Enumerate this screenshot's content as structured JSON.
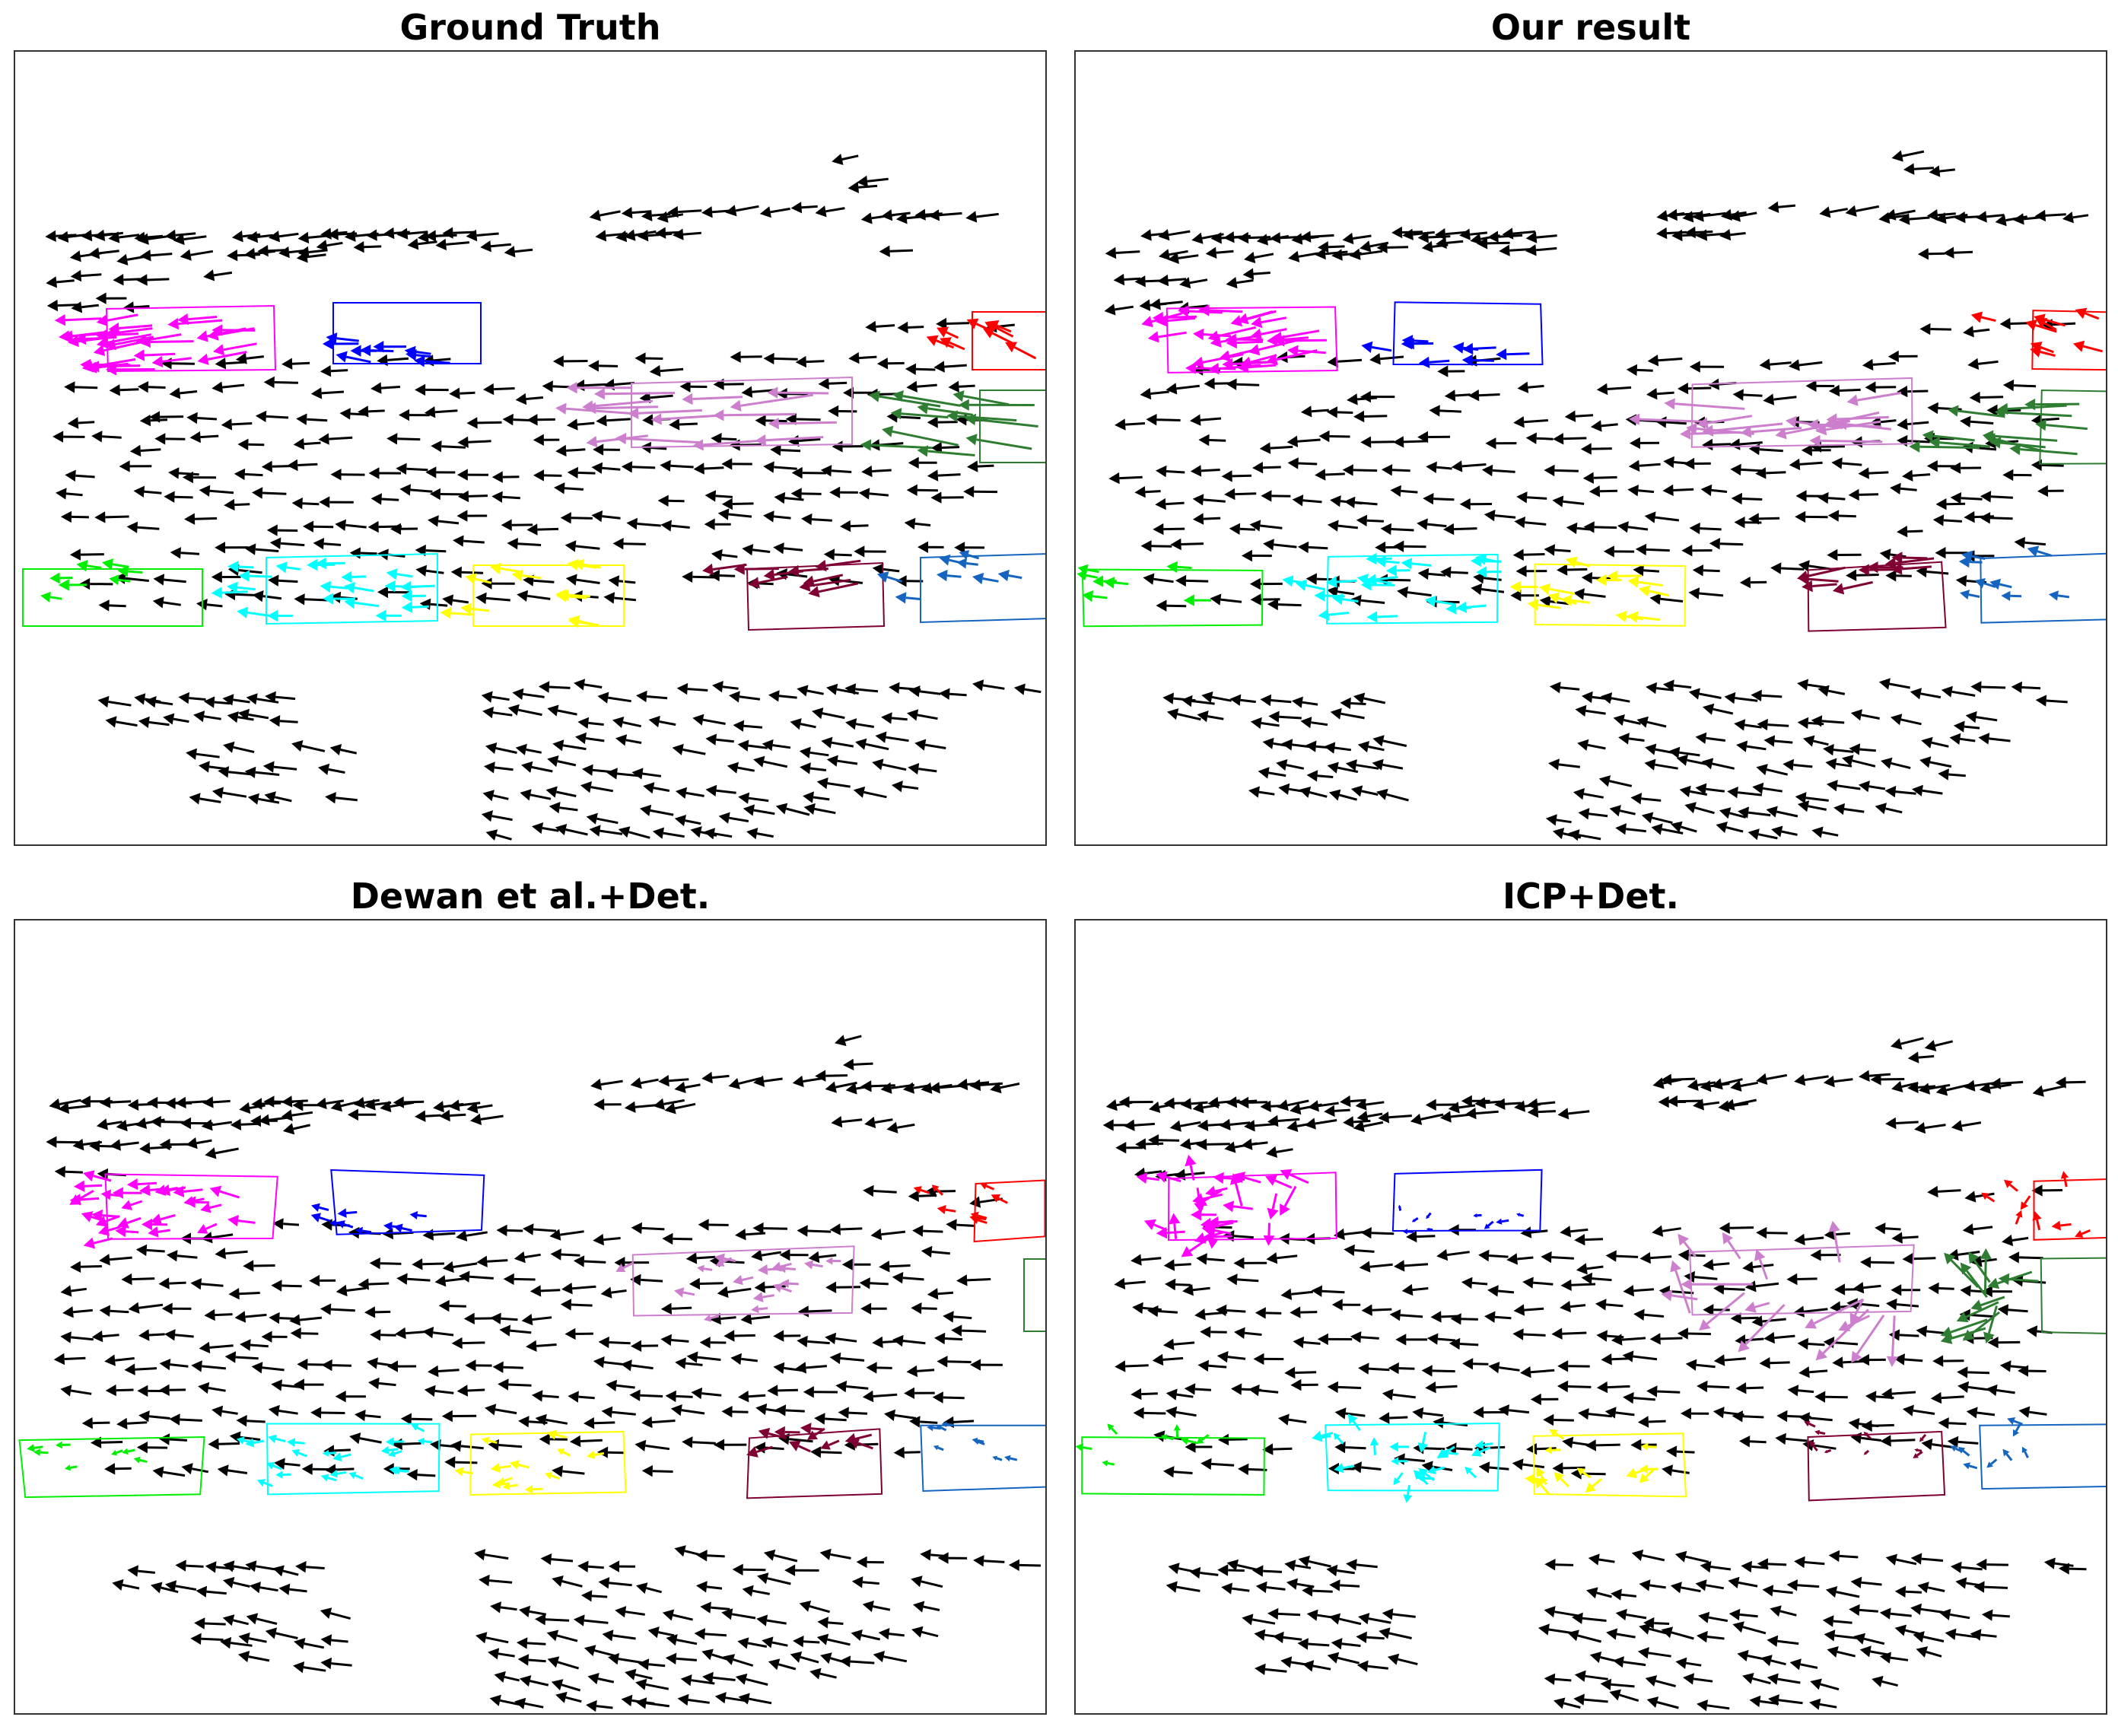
{
  "figure": {
    "panels": [
      {
        "id": "gt",
        "title": "Ground Truth",
        "mode": "gt"
      },
      {
        "id": "ours",
        "title": "Our result",
        "mode": "ours"
      },
      {
        "id": "dewan",
        "title": "Dewan et al.+Det.",
        "mode": "dewan"
      },
      {
        "id": "icp",
        "title": "ICP+Det.",
        "mode": "icp"
      }
    ],
    "colors": {
      "background_flow": "#000000",
      "magenta": "#ff00ff",
      "blue": "#0000ff",
      "red": "#ff0000",
      "orchid": "#cc7fcc",
      "green_dark": "#2e7d32",
      "lime": "#00ee00",
      "cyan": "#00ffff",
      "yellow": "#ffff00",
      "maroon": "#7f0033",
      "steel_blue": "#1565c0",
      "frame": "#333333"
    },
    "object_colors": [
      "magenta",
      "blue",
      "red",
      "orchid",
      "green_dark",
      "lime",
      "cyan",
      "yellow",
      "maroon",
      "steel_blue"
    ]
  }
}
